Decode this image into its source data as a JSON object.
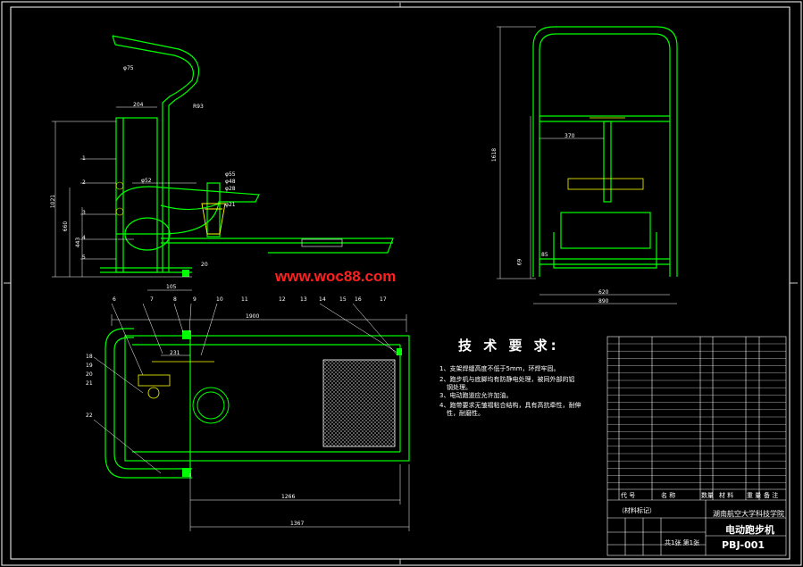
{
  "watermark": "www.woc88.com",
  "tech": {
    "title": "技 术 要 求:",
    "notes": [
      "1、支架焊缝高度不低于5mm，环焊牢固。",
      "2、跑步机与底脚均有防静电处理，被同外部的铝",
      "钢处理。",
      "3、电动跑道应允许加油。",
      "4、跑带要求无皱褶粘合结构，具有高抗牵性，耐伸",
      "性，耐磨性。"
    ]
  },
  "title_block": {
    "headers": {
      "code": "代 号",
      "name": "名 称",
      "qty": "数量",
      "material": "材 料",
      "weight": "重 量",
      "note": "备 注"
    },
    "school": "湖南航空大学科技学院",
    "product": "电动跑步机",
    "drawing_no": "PBJ-001",
    "material_mark": "（材料标记）",
    "sheet": "共1张 第1张"
  },
  "dims": {
    "front": [
      "φ75",
      "R93",
      "204",
      "1",
      "2",
      "3",
      "4",
      "5",
      "φ52",
      "1021",
      "660",
      "443",
      "φ55",
      "φ48",
      "φ28",
      "φ21",
      "20",
      "105"
    ],
    "side": [
      "1618",
      "370",
      "620",
      "890",
      "69",
      "85"
    ],
    "top": [
      "1900",
      "231",
      "1266",
      "1367",
      "6",
      "7",
      "8",
      "9",
      "10",
      "11",
      "12",
      "13",
      "14",
      "15",
      "16",
      "17",
      "18",
      "19",
      "20",
      "21",
      "22"
    ]
  }
}
